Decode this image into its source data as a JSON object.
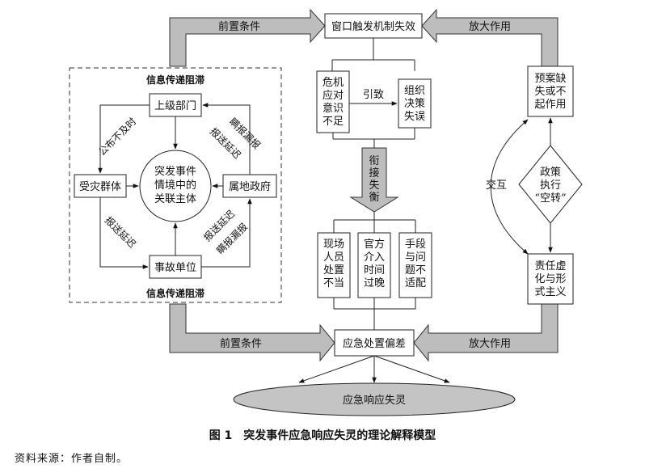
{
  "labels": {
    "premise_top": "前置条件",
    "amplify_top": "放大作用",
    "premise_bottom": "前置条件",
    "amplify_bottom": "放大作用",
    "interaction": "交互",
    "lead_to": "引致",
    "bridge": [
      "衔",
      "接",
      "失",
      "衡"
    ],
    "info_block_top": "信息传递阻滞",
    "info_block_bottom": "信息传递阻滞",
    "publish_late": "公布不及时",
    "conceal_top": "瞒报漏报",
    "report_delay_top": "报送延迟",
    "report_delay_left": "报送延迟",
    "report_delay_right": "报送延迟",
    "conceal_bottom": "瞒报漏报"
  },
  "nodes": {
    "window_mechanism": "窗口触发机制失效",
    "crisis_awareness": [
      "危机",
      "应对",
      "意识",
      "不足"
    ],
    "org_decision": [
      "组织",
      "决策",
      "失误"
    ],
    "plan_failure": [
      "预案缺",
      "失或不",
      "起作用"
    ],
    "policy_idle": [
      "政策",
      "执行",
      "“空转”"
    ],
    "responsibility": [
      "责任虚",
      "化与形",
      "式主义"
    ],
    "onsite_staff": [
      "现场",
      "人员",
      "处置",
      "不当"
    ],
    "official_late": [
      "官方",
      "介入",
      "时间",
      "过晚"
    ],
    "means_problem": [
      "手段",
      "与问",
      "题不",
      "适配"
    ],
    "handling_deviation": "应急处置偏差",
    "response_failure": "应急响应失灵",
    "superior_dept": "上级部门",
    "affected_group": "受灾群体",
    "local_gov": "属地政府",
    "accident_unit": "事故单位",
    "center": [
      "突发事件",
      "情境中的",
      "关联主体"
    ]
  },
  "caption": "图 1　突发事件应急响应失灵的理论解释模型",
  "source": "资料来源：作者自制。"
}
